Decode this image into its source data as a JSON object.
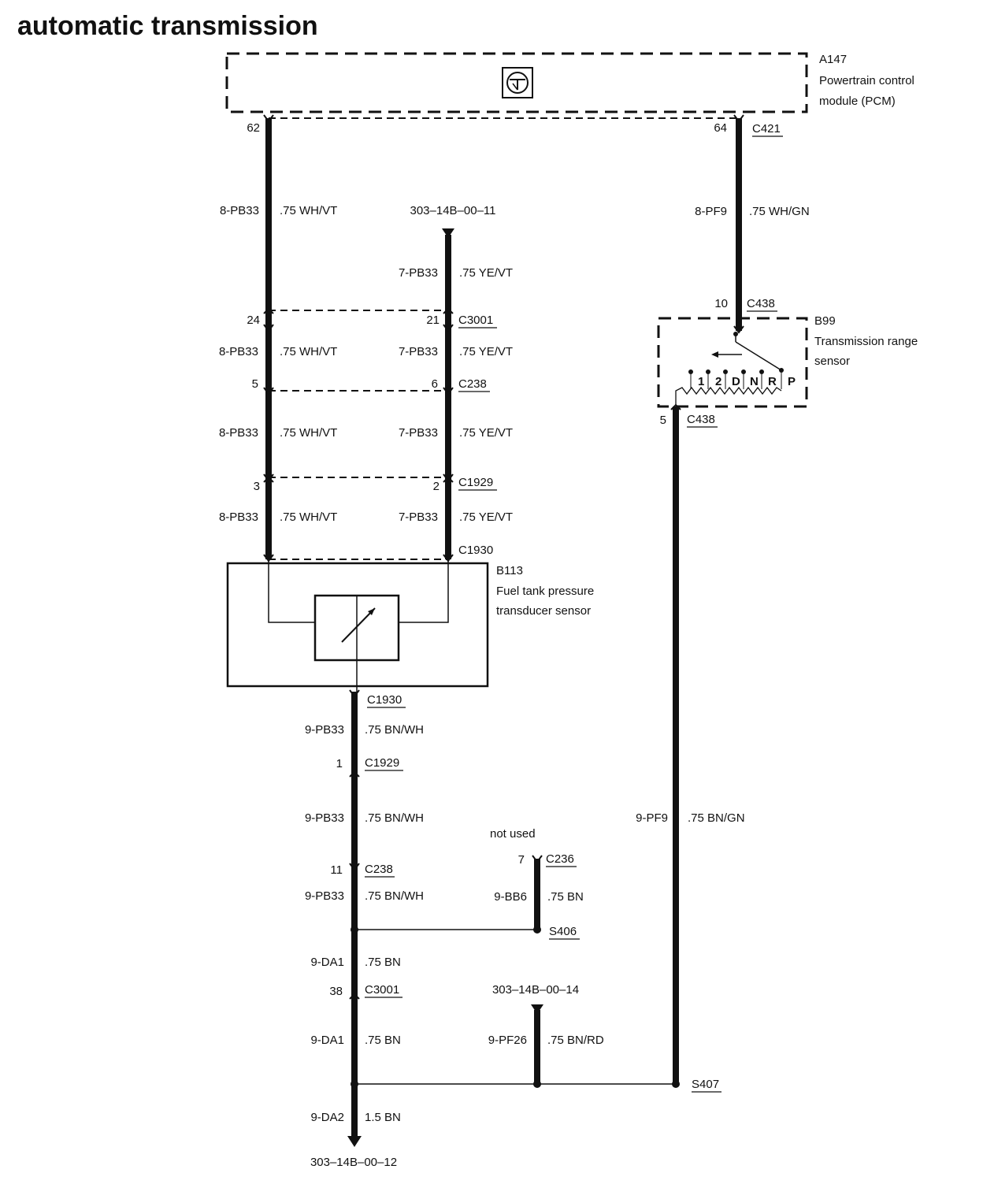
{
  "title": "automatic transmission",
  "components": {
    "pcm": {
      "id": "A147",
      "name_line1": "Powertrain control",
      "name_line2": "module (PCM)"
    },
    "trs": {
      "id": "B99",
      "name_line1": "Transmission range",
      "name_line2": "sensor",
      "positions": [
        "1",
        "2",
        "D",
        "N",
        "R",
        "P"
      ]
    },
    "ftps": {
      "id": "B113",
      "name_line1": "Fuel tank pressure",
      "name_line2": "transducer sensor"
    }
  },
  "pins": {
    "p62": "62",
    "p64": "64",
    "p24": "24",
    "p21": "21",
    "p5a": "5",
    "p6": "6",
    "p3": "3",
    "p2": "2",
    "p10": "10",
    "p5b": "5",
    "p1": "1",
    "p11": "11",
    "p7": "7",
    "p38": "38"
  },
  "connectors": {
    "c421": "C421",
    "c3001a": "C3001",
    "c238a": "C238",
    "c1929a": "C1929",
    "c1930a": "C1930",
    "c438a": "C438",
    "c438b": "C438",
    "c1930b": "C1930",
    "c1929b": "C1929",
    "c238b": "C238",
    "c236": "C236",
    "c3001b": "C3001",
    "s406": "S406",
    "s407": "S407"
  },
  "wires": {
    "w1_id": "8-PB33",
    "w1_spec": ".75 WH/VT",
    "w2_id": "8-PF9",
    "w2_spec": ".75 WH/GN",
    "w3_id": "7-PB33",
    "w3_spec": ".75 YE/VT",
    "w4_id": "8-PB33",
    "w4_spec": ".75 WH/VT",
    "w5_id": "7-PB33",
    "w5_spec": ".75 YE/VT",
    "w6_id": "8-PB33",
    "w6_spec": ".75 WH/VT",
    "w7_id": "7-PB33",
    "w7_spec": ".75 YE/VT",
    "w8_id": "8-PB33",
    "w8_spec": ".75 WH/VT",
    "w9_id": "7-PB33",
    "w9_spec": ".75 YE/VT",
    "w10_id": "9-PB33",
    "w10_spec": ".75 BN/WH",
    "w11_id": "9-PB33",
    "w11_spec": ".75 BN/WH",
    "w12_id": "9-PB33",
    "w12_spec": ".75 BN/WH",
    "w13_id": "9-BB6",
    "w13_spec": ".75 BN",
    "w14_id": "9-DA1",
    "w14_spec": ".75 BN",
    "w15_id": "9-DA1",
    "w15_spec": ".75 BN",
    "w16_id": "9-PF26",
    "w16_spec": ".75 BN/RD",
    "w17_id": "9-DA2",
    "w17_spec": "1.5 BN",
    "w18_id": "9-PF9",
    "w18_spec": ".75 BN/GN"
  },
  "refs": {
    "ref_top": "303–14B–00–11",
    "ref_mid": "303–14B–00–14",
    "ref_bottom": "303–14B–00–12",
    "not_used": "not used"
  },
  "icons": {
    "pcm_symbol": "module-ground-symbol-icon",
    "sensor_symbol": "variable-resistor-icon",
    "switch_symbol": "range-switch-icon"
  }
}
